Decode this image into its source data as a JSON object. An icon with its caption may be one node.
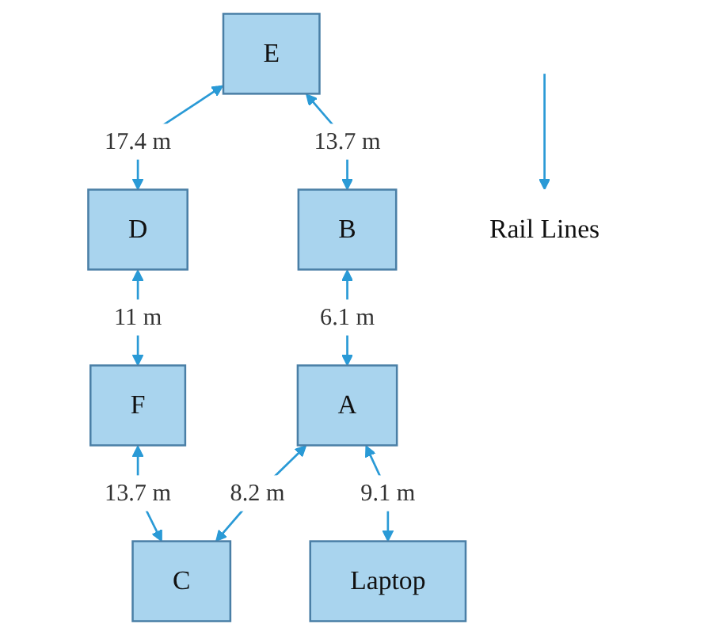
{
  "diagram": {
    "nodes": [
      {
        "text": [
          "E"
        ]
      },
      {
        "text": [
          "F"
        ]
      },
      {
        "text": [
          "D"
        ]
      },
      {
        "text": [
          "B"
        ]
      },
      {
        "text": [
          "C"
        ]
      },
      {
        "text": [
          "A"
        ]
      },
      {
        "text": [
          "Laptop"
        ]
      },
      {
        "text": [
          "Rail Lines"
        ]
      }
    ],
    "edges": [
      {
        "from": 0,
        "to": 2,
        "arrow": "both",
        "label": "17.4 m"
      },
      {
        "from": 2,
        "to": 1,
        "arrow": "both",
        "label": "11 m"
      },
      {
        "from": 0,
        "to": 3,
        "arrow": "both",
        "label": "13.7 m"
      },
      {
        "from": 1,
        "to": 4,
        "arrow": "both",
        "label": "13.7 m"
      },
      {
        "from": 3,
        "to": 5,
        "arrow": "both",
        "label": "6.1 m"
      },
      {
        "from": 5,
        "to": 4,
        "arrow": "both",
        "label": "8.2 m"
      },
      {
        "from": 5,
        "to": 6,
        "arrow": "both",
        "label": "9.1 m"
      },
      {
        "from": null,
        "to": 7,
        "arrow": "to"
      }
    ]
  }
}
